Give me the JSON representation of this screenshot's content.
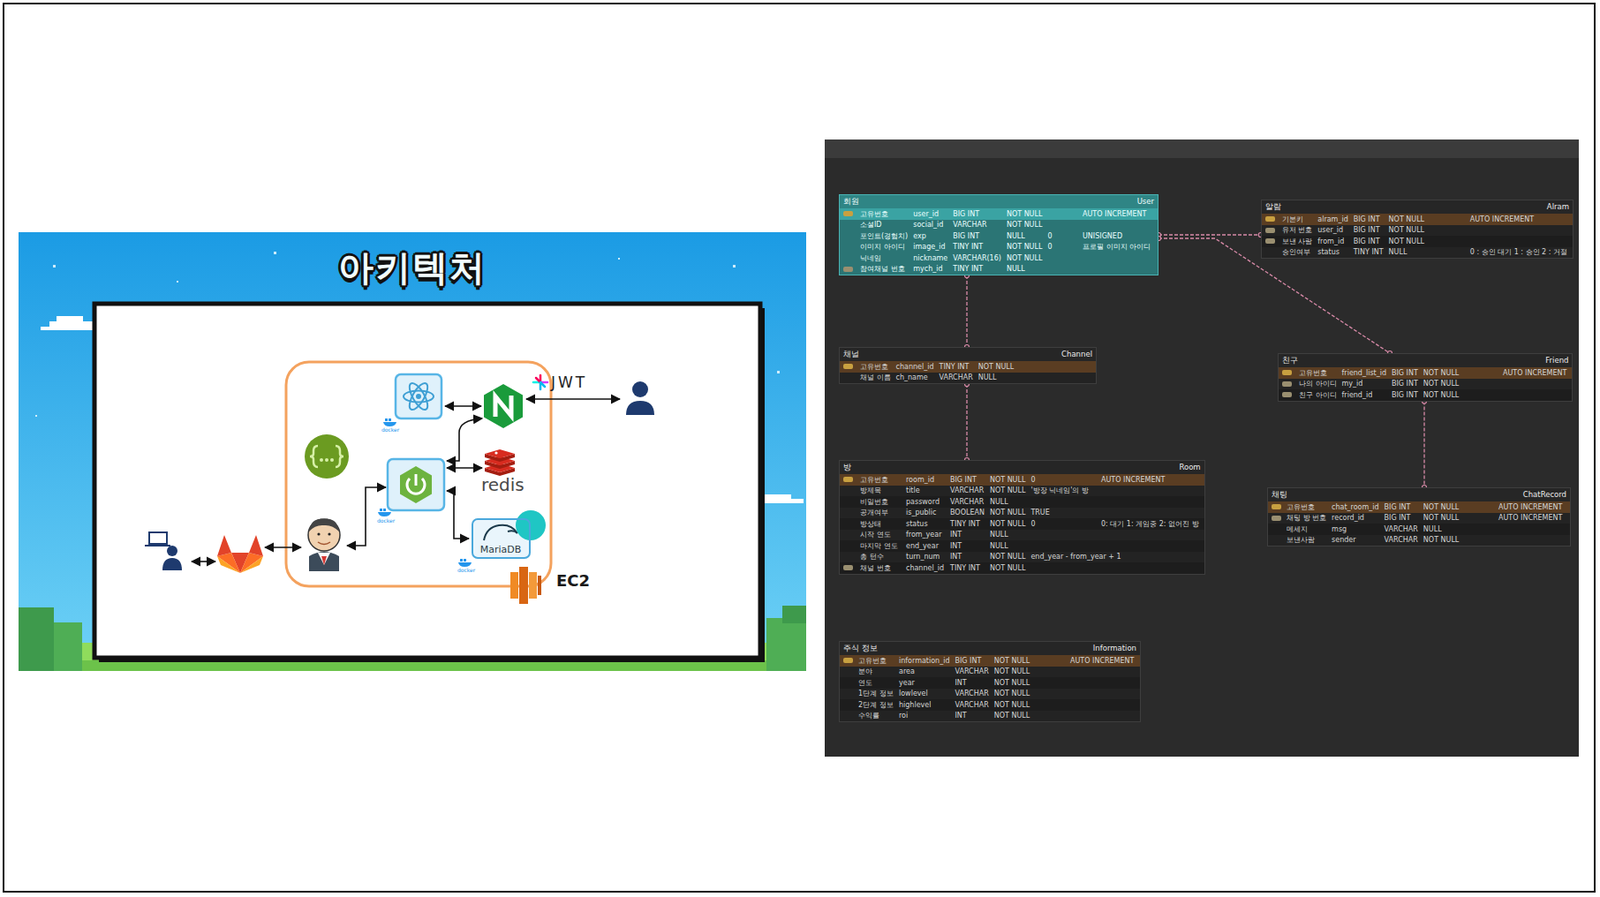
{
  "diagram": {
    "title": "아키텍처",
    "nodes": [
      {
        "text": [
          "MariaDB"
        ]
      },
      {
        "text": [
          "회원",
          "User",
          "고유번호",
          "user_id",
          "BIG INT",
          "NOT NULL",
          "AUTO INCREMENT",
          "소셜ID",
          "social_id",
          "VARCHAR",
          "NOT NULL",
          "포인트(경험치)",
          "exp",
          "BIG INT",
          "NULL",
          "0",
          "UNISIGNED",
          "이미지 아이디",
          "image_id",
          "TINY INT",
          "NOT NULL",
          "0",
          "프로필 이미지 아이디",
          "닉네임",
          "nickname",
          "VARCHAR(16)",
          "NOT NULL",
          "참여채널 번호",
          "mych_id",
          "TINY INT",
          "NULL"
        ]
      },
      {
        "text": [
          "알람",
          "Alram",
          "기본키",
          "alram_id",
          "BIG INT",
          "NOT NULL",
          "AUTO INCREMENT",
          "유저 번호",
          "user_id",
          "BIG INT",
          "NOT NULL",
          "보낸 사람",
          "from_id",
          "BIG INT",
          "NOT NULL",
          "승인여부",
          "status",
          "TINY INT",
          "NULL",
          "0 : 승인 대기 1 : 승인 2 : 거절"
        ]
      },
      {
        "text": [
          "채널",
          "Channel",
          "고유번호",
          "channel_id",
          "TINY INT",
          "NOT NULL",
          "채널 이름",
          "ch_name",
          "VARCHAR",
          "NULL"
        ]
      },
      {
        "text": [
          "친구",
          "Friend",
          "고유번호",
          "friend_list_id",
          "BIG INT",
          "NOT NULL",
          "AUTO INCREMENT",
          "나의 아이디",
          "my_id",
          "BIG INT",
          "NOT NULL",
          "친구 아이디",
          "friend_id",
          "BIG INT",
          "NOT NULL"
        ]
      },
      {
        "text": [
          "방",
          "Room",
          "고유번호",
          "room_id",
          "BIG INT",
          "NOT NULL",
          "0",
          "AUTO INCREMENT",
          "방제목",
          "title",
          "VARCHAR",
          "NOT NULL",
          "'방장 닉네임'의 방",
          "비밀번호",
          "password",
          "VARCHAR",
          "NULL",
          "공개여부",
          "is_public",
          "BOOLEAN",
          "NOT NULL",
          "TRUE",
          "방상태",
          "status",
          "TINY INT",
          "NOT NULL",
          "0",
          "0: 대기 1: 게임중 2: 없어진 방",
          "시작 연도",
          "from_year",
          "INT",
          "NULL",
          "마지막 연도",
          "end_year",
          "INT",
          "NULL",
          "총 턴수",
          "turn_num",
          "INT",
          "NOT NULL",
          "end_year - from_year + 1",
          "채널 번호",
          "channel_id",
          "TINY INT",
          "NOT NULL"
        ]
      },
      {
        "text": [
          "채팅",
          "ChatRecord",
          "고유번호",
          "chat_room_id",
          "BIG INT",
          "NOT NULL",
          "AUTO INCREMENT",
          "채팅 방 번호",
          "record_id",
          "BIG INT",
          "NOT NULL",
          "AUTO INCREMENT",
          "메세지",
          "msg",
          "VARCHAR",
          "NULL",
          "보낸사람",
          "sender",
          "VARCHAR",
          "NOT NULL"
        ]
      },
      {
        "text": [
          "주식 정보",
          "Information",
          "고유번호",
          "information_id",
          "BIG INT",
          "NOT NULL",
          "AUTO INCREMENT",
          "분야",
          "area",
          "VARCHAR",
          "NOT NULL",
          "연도",
          "year",
          "INT",
          "NOT NULL",
          "1단계 정보",
          "lowlevel",
          "VARCHAR",
          "NOT NULL",
          "2단계 정보",
          "highlevel",
          "VARCHAR",
          "NOT NULL",
          "수익률",
          "roi",
          "INT",
          "NOT NULL"
        ]
      }
    ],
    "edges": [
      {
        "from": 1,
        "to": 3,
        "arrow": "none"
      },
      {
        "from": 1,
        "to": 2,
        "arrow": "none"
      },
      {
        "from": 1,
        "to": 4,
        "arrow": "none"
      },
      {
        "from": 3,
        "to": 5,
        "arrow": "none"
      },
      {
        "from": 4,
        "to": 6,
        "arrow": "none"
      }
    ],
    "labels": [
      "JWT",
      "redis",
      "EC2",
      "docker",
      "docker",
      "docker"
    ]
  }
}
